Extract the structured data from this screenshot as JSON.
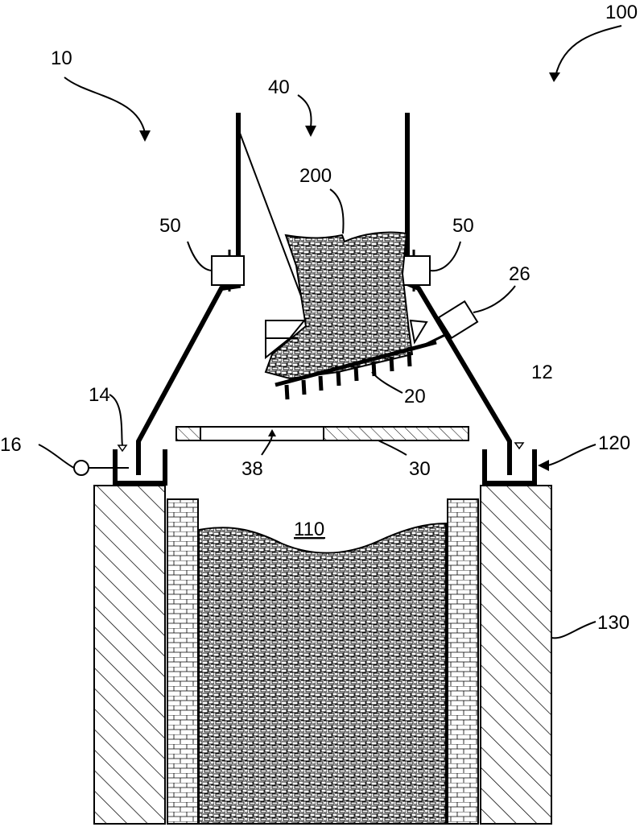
{
  "labels": {
    "system": "100",
    "apparatus": "10",
    "frame": "40",
    "load": "200",
    "sensor_left": "50",
    "sensor_right": "50",
    "actuator": "26",
    "space": "12",
    "tines": "20",
    "seal_left": "14",
    "gauge": "16",
    "seal_right": "120",
    "opening": "38",
    "plate": "30",
    "contents": "110",
    "structure": "130"
  }
}
